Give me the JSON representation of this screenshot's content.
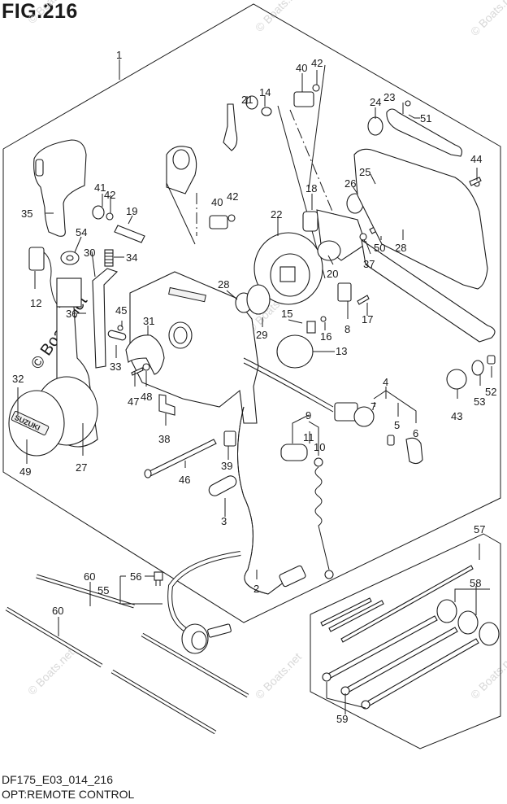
{
  "figure": {
    "title": "FIG.216",
    "model_code": "DF175_E03_014_216",
    "section_name": "OPT:REMOTE CONTROL",
    "watermark": "© Boats.net",
    "emblem_text": "SUZUKI"
  },
  "callouts": [
    {
      "id": "1"
    },
    {
      "id": "2"
    },
    {
      "id": "3"
    },
    {
      "id": "4"
    },
    {
      "id": "5"
    },
    {
      "id": "6"
    },
    {
      "id": "7"
    },
    {
      "id": "8"
    },
    {
      "id": "9"
    },
    {
      "id": "10"
    },
    {
      "id": "11"
    },
    {
      "id": "12"
    },
    {
      "id": "13"
    },
    {
      "id": "14"
    },
    {
      "id": "15"
    },
    {
      "id": "16"
    },
    {
      "id": "17"
    },
    {
      "id": "18"
    },
    {
      "id": "19"
    },
    {
      "id": "20"
    },
    {
      "id": "21"
    },
    {
      "id": "22"
    },
    {
      "id": "23"
    },
    {
      "id": "24"
    },
    {
      "id": "25"
    },
    {
      "id": "26"
    },
    {
      "id": "27"
    },
    {
      "id": "28"
    },
    {
      "id": "28"
    },
    {
      "id": "29"
    },
    {
      "id": "30"
    },
    {
      "id": "31"
    },
    {
      "id": "32"
    },
    {
      "id": "33"
    },
    {
      "id": "34"
    },
    {
      "id": "35"
    },
    {
      "id": "36"
    },
    {
      "id": "37"
    },
    {
      "id": "38"
    },
    {
      "id": "39"
    },
    {
      "id": "40"
    },
    {
      "id": "40"
    },
    {
      "id": "41"
    },
    {
      "id": "42"
    },
    {
      "id": "42"
    },
    {
      "id": "42"
    },
    {
      "id": "43"
    },
    {
      "id": "44"
    },
    {
      "id": "45"
    },
    {
      "id": "46"
    },
    {
      "id": "47"
    },
    {
      "id": "48"
    },
    {
      "id": "49"
    },
    {
      "id": "50"
    },
    {
      "id": "51"
    },
    {
      "id": "52"
    },
    {
      "id": "53"
    },
    {
      "id": "54"
    },
    {
      "id": "55"
    },
    {
      "id": "56"
    },
    {
      "id": "57"
    },
    {
      "id": "58"
    },
    {
      "id": "59"
    },
    {
      "id": "60"
    },
    {
      "id": "60"
    }
  ]
}
